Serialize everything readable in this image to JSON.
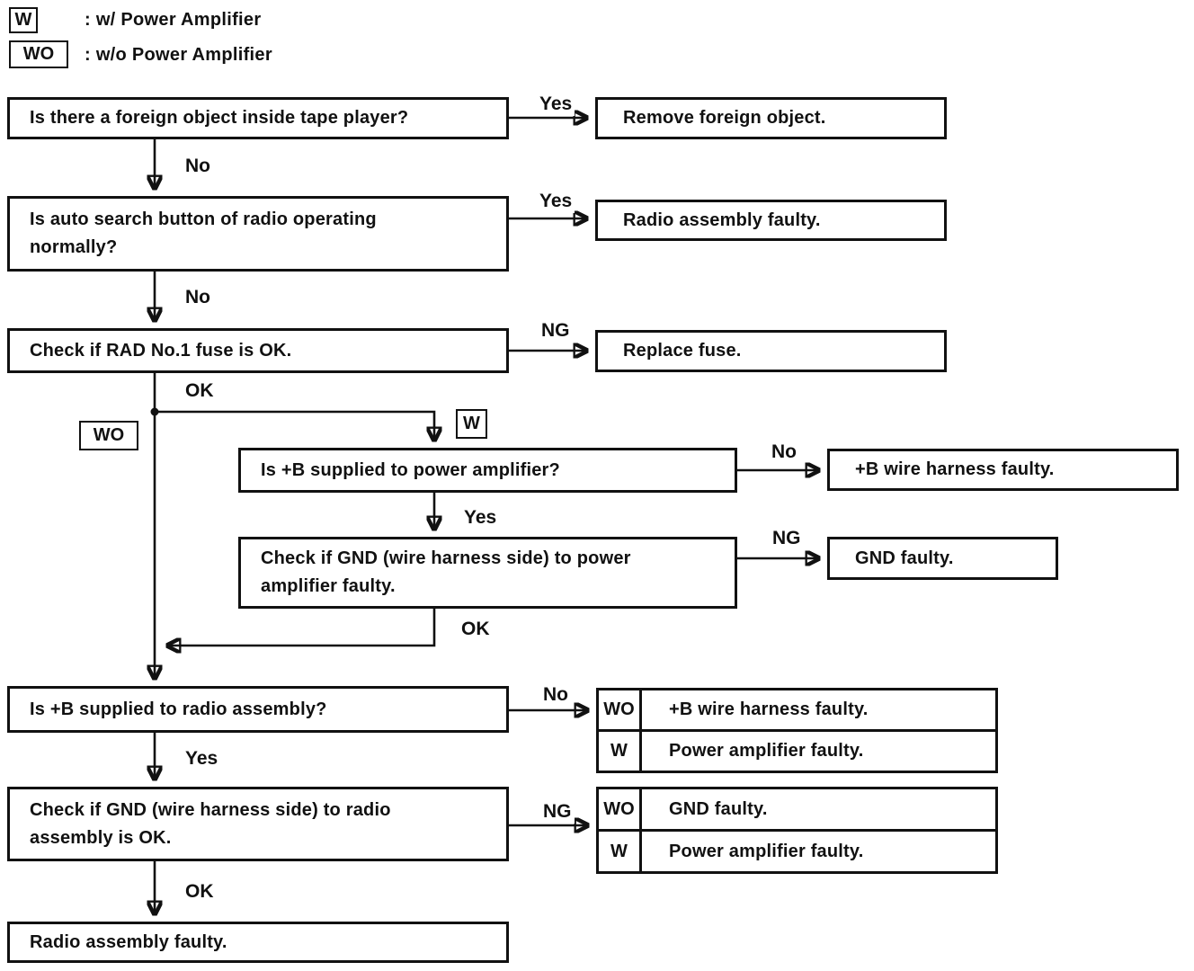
{
  "legend": {
    "w_symbol": "W",
    "w_label": ":  w/ Power Amplifier",
    "wo_symbol": "WO",
    "wo_label": ":  w/o Power Amplifier"
  },
  "nodes": {
    "q_foreign_object": "Is there a foreign object inside tape player?",
    "r_remove_foreign": "Remove foreign object.",
    "q_auto_search": "Is auto search button of radio operating normally?",
    "r_radio_assembly_1": "Radio assembly faulty.",
    "q_rad_fuse": "Check if RAD No.1 fuse is OK.",
    "r_replace_fuse": "Replace fuse.",
    "q_b_power_amp": "Is +B supplied to power amplifier?",
    "r_b_wire_harness": "+B wire harness faulty.",
    "q_gnd_power_amp": "Check if GND (wire harness side) to power amplifier faulty.",
    "r_gnd_faulty": "GND faulty.",
    "q_b_radio": "Is +B supplied to radio assembly?",
    "q_gnd_radio": "Check if GND (wire harness side) to radio assembly is OK.",
    "r_radio_assembly_2": "Radio assembly faulty."
  },
  "tables": {
    "b_radio_no": {
      "rows": [
        {
          "tag": "WO",
          "text": "+B wire harness faulty."
        },
        {
          "tag": "W",
          "text": "Power amplifier faulty."
        }
      ]
    },
    "gnd_radio_ng": {
      "rows": [
        {
          "tag": "WO",
          "text": "GND faulty."
        },
        {
          "tag": "W",
          "text": "Power amplifier faulty."
        }
      ]
    }
  },
  "edge_labels": {
    "yes1": "Yes",
    "no1": "No",
    "yes2": "Yes",
    "no2": "No",
    "ng3": "NG",
    "ok3": "OK",
    "wo_branch": "WO",
    "w_branch": "W",
    "no4": "No",
    "yes4": "Yes",
    "ng5": "NG",
    "ok5": "OK",
    "no6": "No",
    "yes6": "Yes",
    "ng7": "NG",
    "ok7": "OK"
  },
  "colors": {
    "ink": "#111111",
    "paper": "#ffffff"
  }
}
